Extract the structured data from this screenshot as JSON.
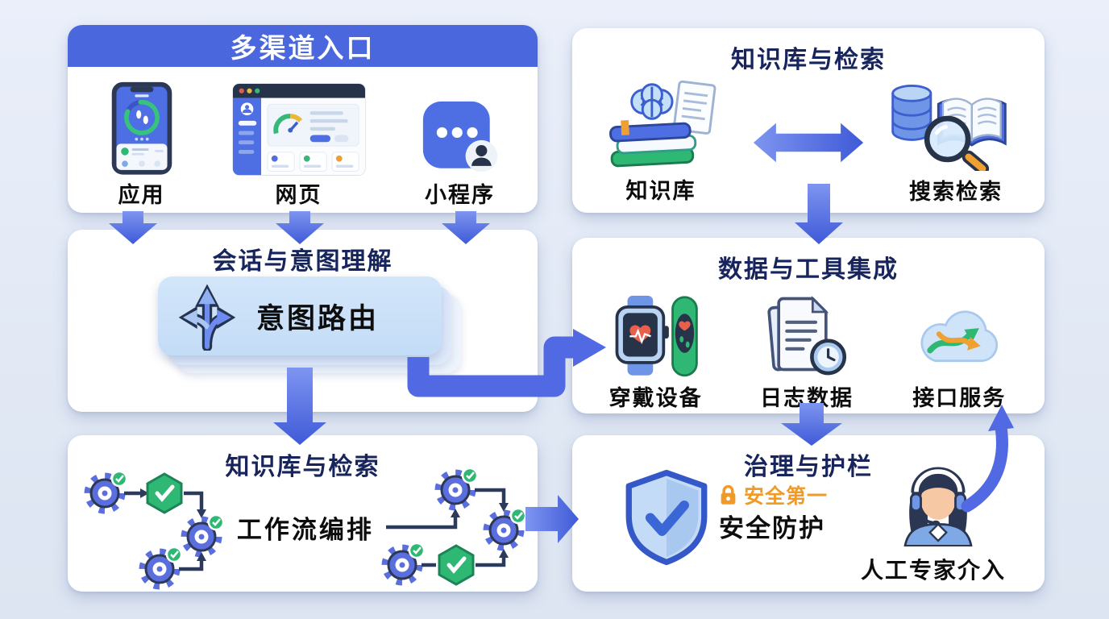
{
  "colors": {
    "header": "#4a67de",
    "title": "#18255c",
    "arrow": "#5169e2",
    "orange": "#f09a28",
    "green": "#2eb873",
    "card": "#cbe2f8"
  },
  "boxes": {
    "channels": {
      "title": "多渠道入口",
      "items": [
        {
          "label": "应用",
          "icon": "mobile-app-icon"
        },
        {
          "label": "网页",
          "icon": "web-browser-icon"
        },
        {
          "label": "小程序",
          "icon": "miniprogram-icon"
        }
      ]
    },
    "knowledge": {
      "title": "知识库与检索",
      "items": [
        {
          "label": "知识库",
          "icon": "knowledge-books-icon"
        },
        {
          "label": "搜索检索",
          "icon": "search-retrieval-icon"
        }
      ]
    },
    "intent": {
      "title": "会话与意图理解",
      "card_label": "意图路由",
      "card_icon": "branch-arrows-icon"
    },
    "data_tools": {
      "title": "数据与工具集成",
      "items": [
        {
          "label": "穿戴设备",
          "icon": "wearable-devices-icon"
        },
        {
          "label": "日志数据",
          "icon": "log-document-icon"
        },
        {
          "label": "接口服务",
          "icon": "cloud-api-icon"
        }
      ]
    },
    "workflow": {
      "title": "知识库与检索",
      "center_label": "工作流编排"
    },
    "governance": {
      "title": "治理与护栏",
      "safety_badge": "安全第一",
      "shield_label": "安全防护",
      "human_label": "人工专家介入"
    }
  },
  "connections": [
    {
      "from": "多渠道入口",
      "to": "会话与意图理解",
      "style": "three-down-arrows"
    },
    {
      "from": "知识库",
      "to": "搜索检索",
      "style": "bidirectional"
    },
    {
      "from": "知识库与检索",
      "to": "数据与工具集成",
      "style": "down"
    },
    {
      "from": "意图路由",
      "to": "数据与工具集成",
      "style": "elbow-right"
    },
    {
      "from": "会话与意图理解",
      "to": "工作流编排",
      "style": "down"
    },
    {
      "from": "工作流编排",
      "to": "治理与护栏",
      "style": "right"
    },
    {
      "from": "数据与工具集成",
      "to": "治理与护栏",
      "style": "down"
    },
    {
      "from": "人工专家介入",
      "to": "接口服务",
      "style": "curved-up"
    }
  ]
}
